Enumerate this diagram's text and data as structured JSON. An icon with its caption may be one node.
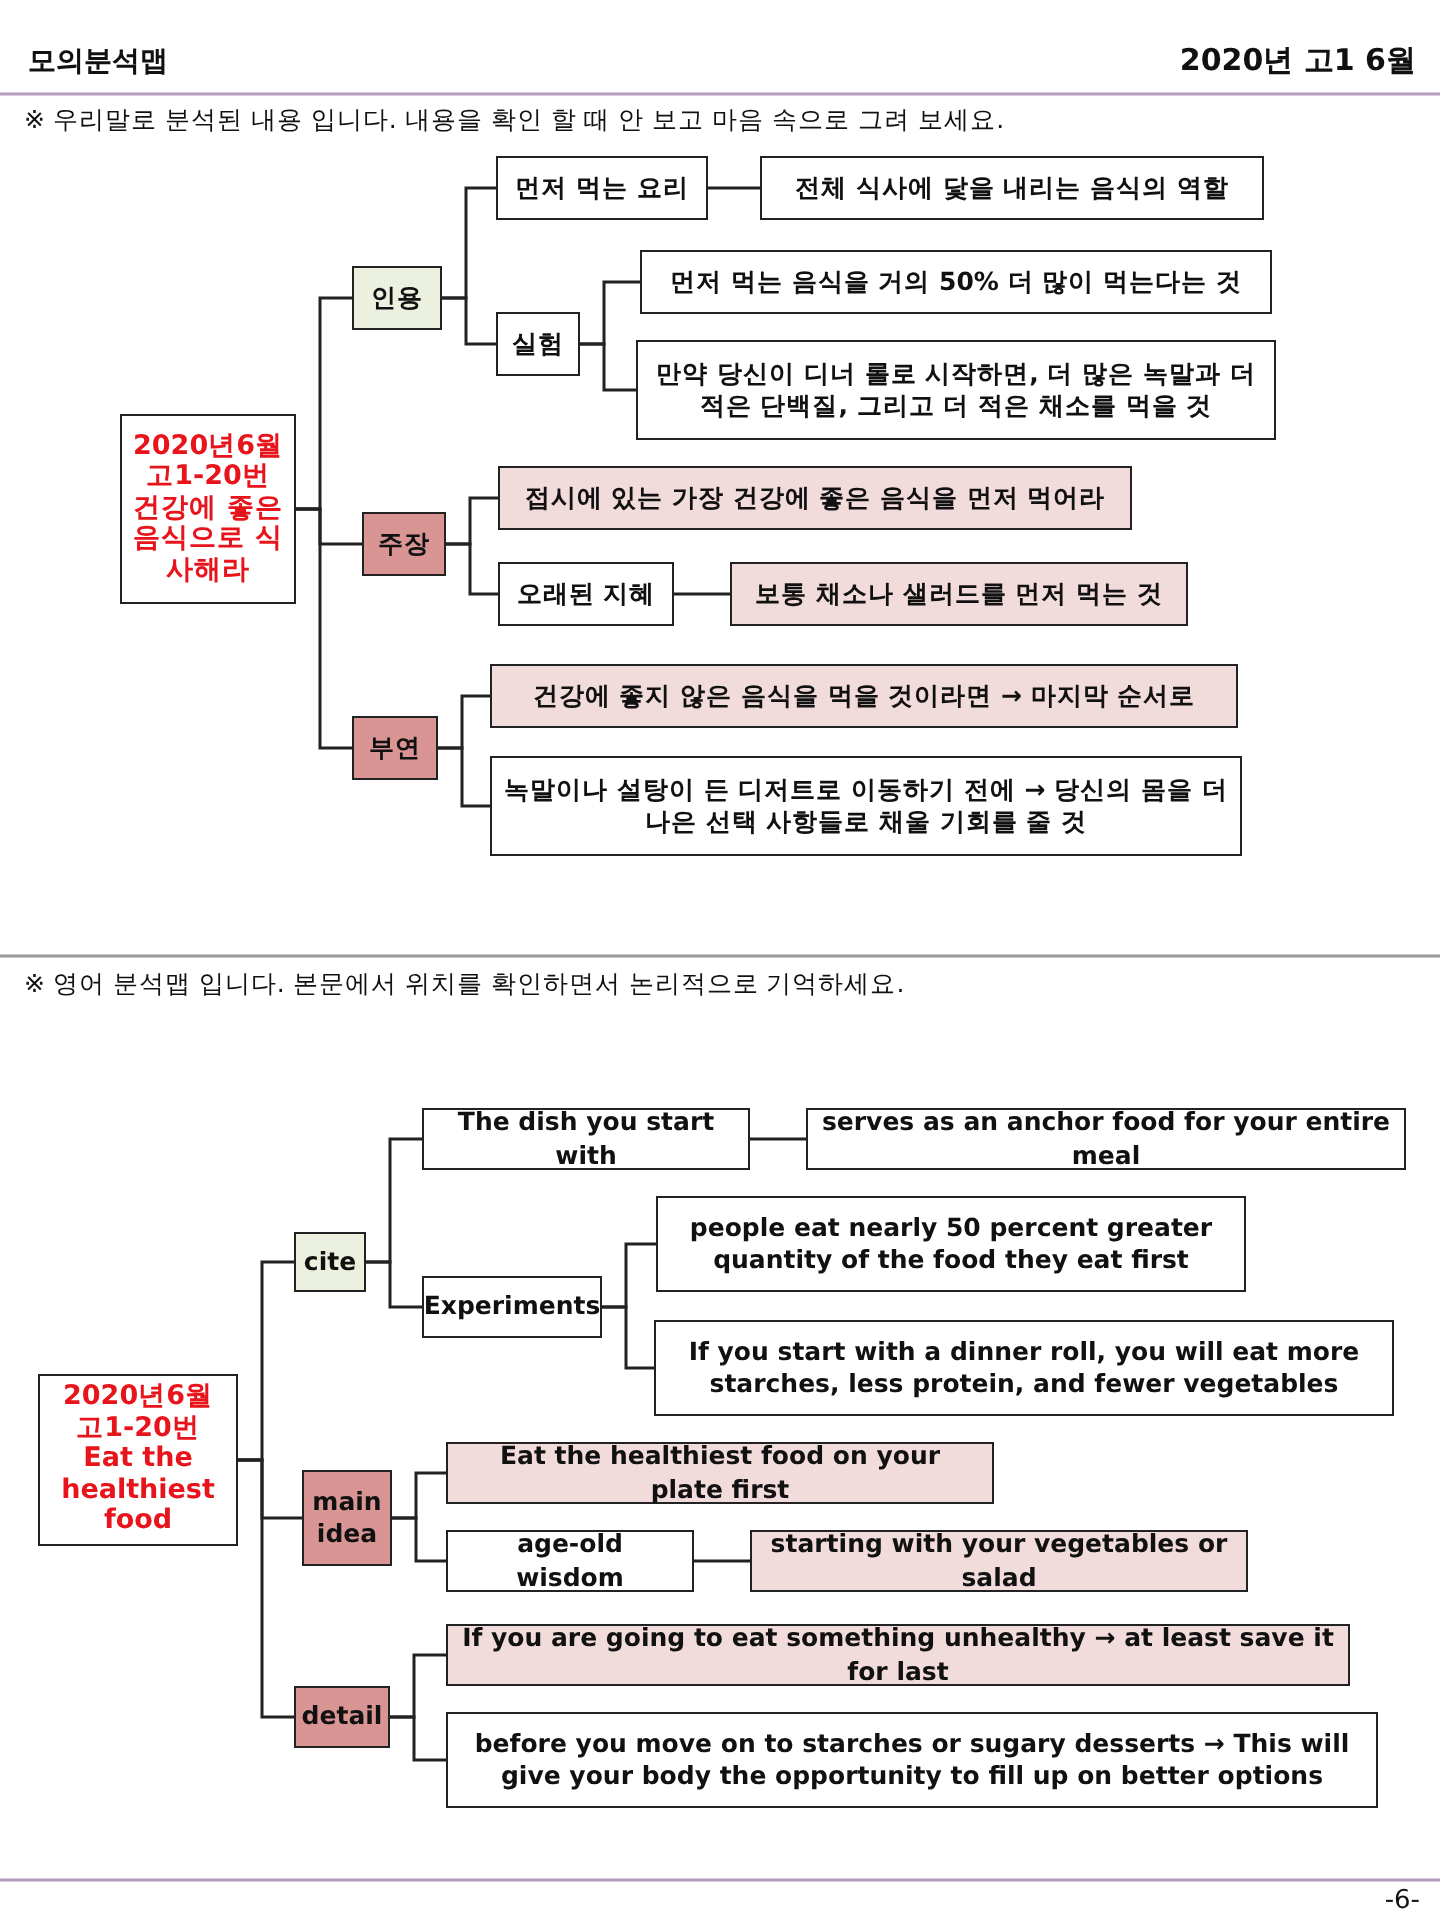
{
  "diagram": {
    "title": "모의분석맵",
    "nodes": [
      {
        "text": [
          "2020년6월 고1-20번 건강에 좋은 음식으로 식사해라"
        ]
      },
      {
        "text": [
          "인용"
        ]
      },
      {
        "text": [
          "먼저 먹는 요리"
        ]
      },
      {
        "text": [
          "전체 식사에 닻을 내리는 음식의 역할"
        ]
      },
      {
        "text": [
          "실험"
        ]
      },
      {
        "text": [
          "먼저 먹는 음식을 거의 50% 더 많이 먹는다는 것"
        ]
      },
      {
        "text": [
          "만약 당신이 디너 롤로 시작하면, 더 많은 녹말과 더 적은 단백질, 그리고 더 적은 채소를 먹을 것"
        ]
      },
      {
        "text": [
          "주장"
        ]
      },
      {
        "text": [
          "접시에 있는 가장 건강에 좋은 음식을 먼저 먹어라"
        ]
      },
      {
        "text": [
          "오래된 지혜"
        ]
      },
      {
        "text": [
          "보통 채소나 샐러드를 먼저 먹는 것"
        ]
      },
      {
        "text": [
          "부연"
        ]
      },
      {
        "text": [
          "건강에 좋지 않은 음식을 먹을 것이라면 → 마지막 순서로"
        ]
      },
      {
        "text": [
          "녹말이나 설탕이 든 디저트로 이동하기 전에 → 당신의 몸을 더 나은 선택 사항들로 채울 기회를 줄 것"
        ]
      },
      {
        "text": [
          "2020년6월 고1-20번 Eat the healthiest food"
        ]
      },
      {
        "text": [
          "cite"
        ]
      },
      {
        "text": [
          "The dish you start with"
        ]
      },
      {
        "text": [
          "serves as an anchor food for your entire meal"
        ]
      },
      {
        "text": [
          "Experiments"
        ]
      },
      {
        "text": [
          "people eat nearly 50 percent greater quantity of the food they eat first"
        ]
      },
      {
        "text": [
          "If you start with a dinner roll, you will eat more starches, less protein, and fewer vegetables"
        ]
      },
      {
        "text": [
          "main idea"
        ]
      },
      {
        "text": [
          "Eat the healthiest food on your plate first"
        ]
      },
      {
        "text": [
          "age-old wisdom"
        ]
      },
      {
        "text": [
          "starting with your vegetables or salad"
        ]
      },
      {
        "text": [
          "detail"
        ]
      },
      {
        "text": [
          "If you are going to eat something unhealthy → at least save it for last"
        ]
      },
      {
        "text": [
          "before you move on to starches or sugary desserts → This will give your body the opportunity to fill up on better options"
        ]
      }
    ],
    "edges": [
      {
        "from": 0,
        "to": 1,
        "arrow": "none"
      },
      {
        "from": 0,
        "to": 7,
        "arrow": "none"
      },
      {
        "from": 0,
        "to": 11,
        "arrow": "none"
      },
      {
        "from": 1,
        "to": 2,
        "arrow": "none"
      },
      {
        "from": 1,
        "to": 4,
        "arrow": "none"
      },
      {
        "from": 2,
        "to": 3,
        "arrow": "none"
      },
      {
        "from": 4,
        "to": 5,
        "arrow": "none"
      },
      {
        "from": 4,
        "to": 6,
        "arrow": "none"
      },
      {
        "from": 7,
        "to": 8,
        "arrow": "none"
      },
      {
        "from": 7,
        "to": 9,
        "arrow": "none"
      },
      {
        "from": 9,
        "to": 10,
        "arrow": "none"
      },
      {
        "from": 11,
        "to": 12,
        "arrow": "none"
      },
      {
        "from": 11,
        "to": 13,
        "arrow": "none"
      },
      {
        "from": 14,
        "to": 15,
        "arrow": "none"
      },
      {
        "from": 14,
        "to": 21,
        "arrow": "none"
      },
      {
        "from": 14,
        "to": 25,
        "arrow": "none"
      },
      {
        "from": 15,
        "to": 16,
        "arrow": "none"
      },
      {
        "from": 15,
        "to": 18,
        "arrow": "none"
      },
      {
        "from": 16,
        "to": 17,
        "arrow": "none"
      },
      {
        "from": 18,
        "to": 19,
        "arrow": "none"
      },
      {
        "from": 18,
        "to": 20,
        "arrow": "none"
      },
      {
        "from": 21,
        "to": 22,
        "arrow": "none"
      },
      {
        "from": 21,
        "to": 23,
        "arrow": "none"
      },
      {
        "from": 23,
        "to": 24,
        "arrow": "none"
      },
      {
        "from": 25,
        "to": 26,
        "arrow": "none"
      },
      {
        "from": 25,
        "to": 27,
        "arrow": "none"
      }
    ],
    "labels": [
      "2020년 고1 6월",
      "※ 우리말로 분석된 내용 입니다. 내용을 확인 할 때 안 보고 마음 속으로 그려 보세요.",
      "※ 영어 분석맵 입니다. 본문에서 위치를 확인하면서 논리적으로 기억하세요.",
      "-6-"
    ]
  }
}
